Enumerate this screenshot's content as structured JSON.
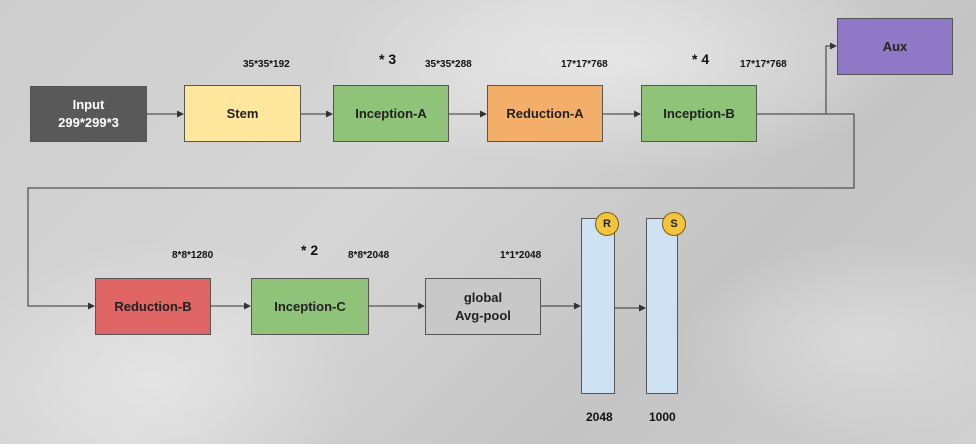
{
  "nodes": {
    "input": {
      "line1": "Input",
      "line2": "299*299*3",
      "color": "#595959"
    },
    "stem": {
      "label": "Stem",
      "color": "#ffe79e"
    },
    "inception_a": {
      "label": "Inception-A",
      "color": "#8fc37a"
    },
    "reduction_a": {
      "label": "Reduction-A",
      "color": "#f3ae6a"
    },
    "inception_b": {
      "label": "Inception-B",
      "color": "#8fc37a"
    },
    "aux": {
      "label": "Aux",
      "color": "#8f79c6"
    },
    "reduction_b": {
      "label": "Reduction-B",
      "color": "#e06565"
    },
    "inception_c": {
      "label": "Inception-C",
      "color": "#8fc37a"
    },
    "avgpool": {
      "line1": "global",
      "line2": "Avg-pool",
      "color": "#c8c8c8"
    }
  },
  "shapes": {
    "stem_out": "35*35*192",
    "inception_a_out": "35*35*288",
    "reduction_a_out": "17*17*768",
    "inception_b_out": "17*17*768",
    "reduction_b_out": "8*8*1280",
    "inception_c_out": "8*8*2048",
    "avgpool_out": "1*1*2048"
  },
  "repeats": {
    "inception_a": "* 3",
    "inception_b": "* 4",
    "inception_c": "* 2"
  },
  "fc_layers": [
    {
      "badge": "R",
      "size": "2048",
      "color": "#cfe2f3"
    },
    {
      "badge": "S",
      "size": "1000",
      "color": "#cfe2f3"
    }
  ]
}
